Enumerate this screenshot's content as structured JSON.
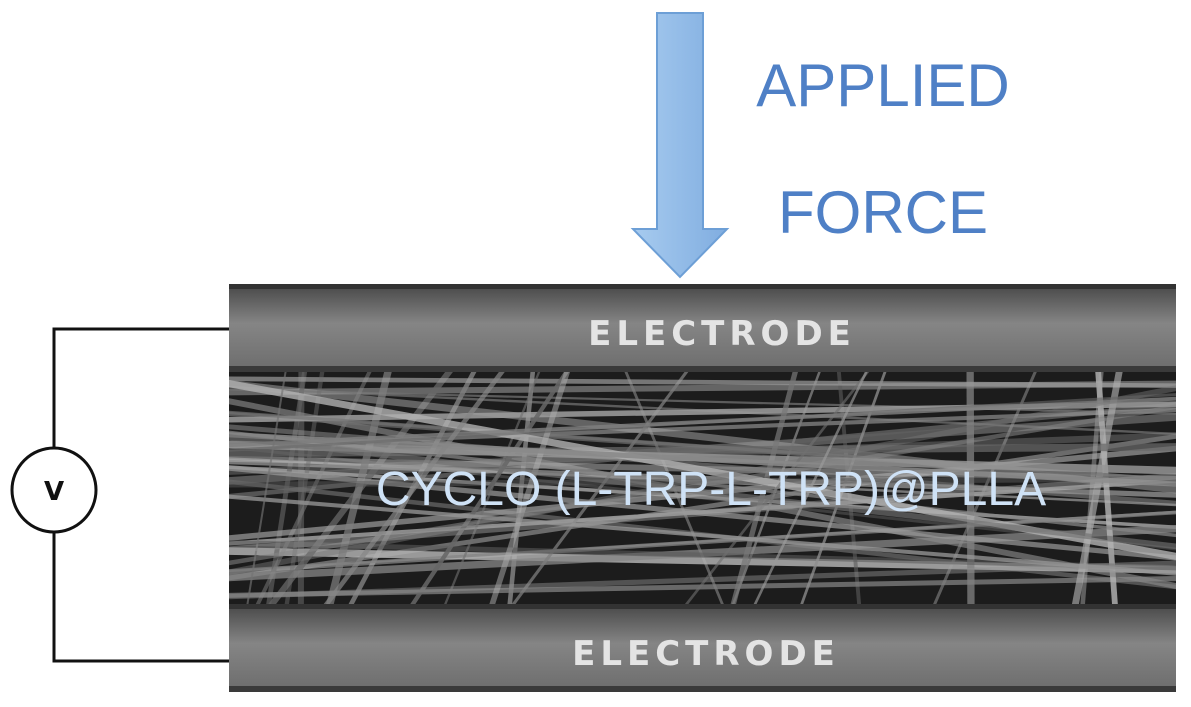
{
  "force": {
    "line1": "APPLIED",
    "line2": "FORCE"
  },
  "electrodes": {
    "top_label": "ELECTRODE",
    "bottom_label": "ELECTRODE"
  },
  "material": {
    "label": "CYCLO (L-TRP-L-TRP)@PLLA"
  },
  "voltmeter": {
    "label": "V"
  },
  "colors": {
    "arrow_fill": "#8db8e6",
    "arrow_stroke": "#6d9fd6",
    "force_text": "#4f80c6",
    "material_text": "#cfe2f6",
    "electrode_dark": "#4a4a4a",
    "electrode_light": "#8c8c8c"
  }
}
